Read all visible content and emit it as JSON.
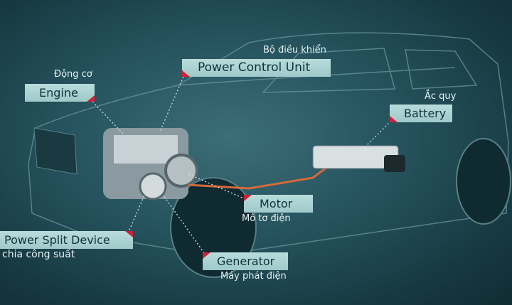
{
  "labels": {
    "engine": {
      "en": "Engine",
      "vi": "Động cơ"
    },
    "power_control_unit": {
      "en": "Power Control Unit",
      "vi": "Bộ điều khiển"
    },
    "battery": {
      "en": "Battery",
      "vi": "Ắc quy"
    },
    "motor": {
      "en": "Motor",
      "vi": "Mô tơ điện"
    },
    "power_split_device": {
      "en": "Power Split Device",
      "vi": "chia công suất"
    },
    "generator": {
      "en": "Generator",
      "vi": "Máy phát điện"
    }
  },
  "colors": {
    "label_bg": "#b0d6d6",
    "accent_marker": "#d0203a",
    "background": "#24515b"
  }
}
